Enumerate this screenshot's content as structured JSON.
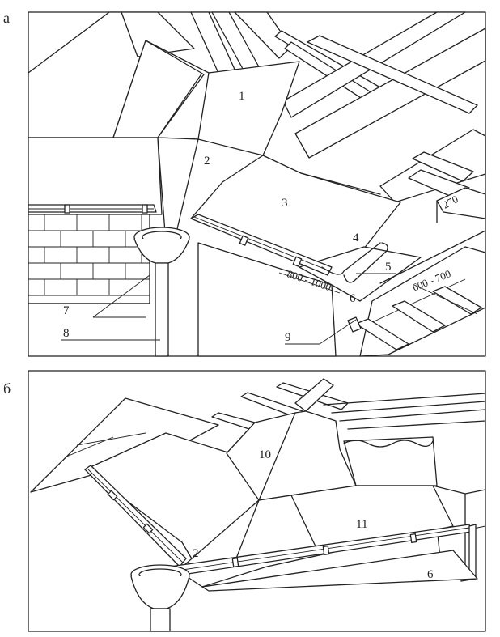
{
  "panels": [
    {
      "letter": "а",
      "callouts": [
        "1",
        "2",
        "3",
        "4",
        "5",
        "6",
        "7",
        "8",
        "9"
      ],
      "dimensions": [
        "270",
        "800 - 1000",
        "600 - 700"
      ]
    },
    {
      "letter": "б",
      "callouts": [
        "10",
        "11",
        "2",
        "6"
      ]
    }
  ]
}
